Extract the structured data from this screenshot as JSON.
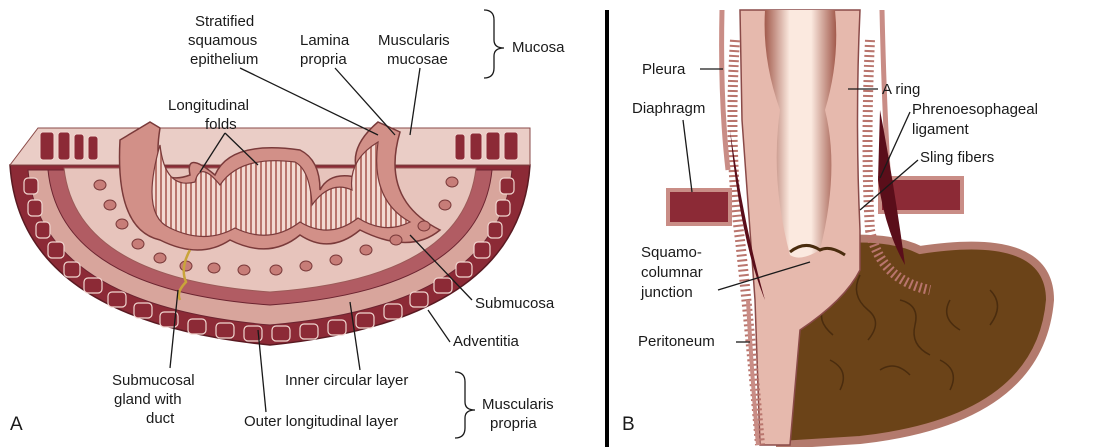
{
  "panel_a": {
    "letter": "A",
    "labels": {
      "stratified_1": "Stratified",
      "stratified_2": "squamous",
      "stratified_3": "epithelium",
      "lamina_1": "Lamina",
      "lamina_2": "propria",
      "muscularis_mucosae_1": "Muscularis",
      "muscularis_mucosae_2": "mucosae",
      "mucosa": "Mucosa",
      "longitudinal_folds_1": "Longitudinal",
      "longitudinal_folds_2": "folds",
      "submucosa": "Submucosa",
      "adventitia": "Adventitia",
      "submucosal_gland_1": "Submucosal",
      "submucosal_gland_2": "gland with",
      "submucosal_gland_3": "duct",
      "inner_circular": "Inner circular layer",
      "outer_longitudinal": "Outer longitudinal layer",
      "muscularis_propria_1": "Muscularis",
      "muscularis_propria_2": "propria"
    }
  },
  "panel_b": {
    "letter": "B",
    "labels": {
      "pleura": "Pleura",
      "diaphragm": "Diaphragm",
      "a_ring": "A ring",
      "phrenoesophageal_1": "Phrenoesophageal",
      "phrenoesophageal_2": "ligament",
      "sling_fibers": "Sling fibers",
      "squamo_1": "Squamo-",
      "squamo_2": "columnar",
      "squamo_3": "junction",
      "peritoneum": "Peritoneum"
    }
  },
  "colors": {
    "tissue_light": "#ecc8c1",
    "tissue_mid": "#c98d86",
    "muscle_dark": "#8c2a36",
    "stomach_brown": "#6b4318",
    "divider": "#000000"
  }
}
